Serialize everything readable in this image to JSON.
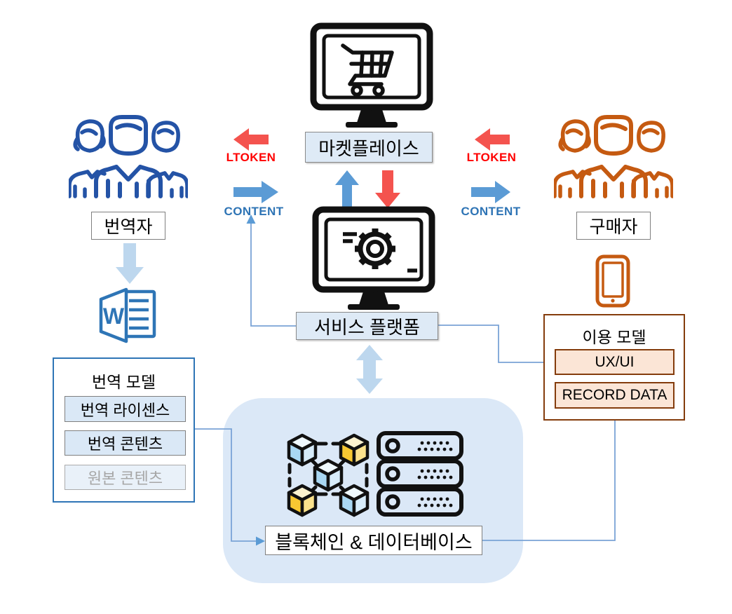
{
  "actors": {
    "translator": {
      "label": "번역자"
    },
    "buyer": {
      "label": "구매자"
    }
  },
  "platforms": {
    "marketplace": {
      "label": "마켓플레이스"
    },
    "service_platform": {
      "label": "서비스 플랫폼"
    },
    "blockchain": {
      "label": "블록체인 & 데이터베이스"
    }
  },
  "flows": {
    "left": {
      "token": "LTOKEN",
      "content": "CONTENT"
    },
    "right": {
      "token": "LTOKEN",
      "content": "CONTENT"
    }
  },
  "translation_model": {
    "title": "번역 모델",
    "rows": [
      {
        "label": "번역 라이센스"
      },
      {
        "label": "번역 콘텐츠"
      },
      {
        "label": "원본 콘텐츠"
      }
    ]
  },
  "usage_model": {
    "title": "이용 모델",
    "rows": [
      {
        "label": "UX/UI"
      },
      {
        "label": "RECORD DATA"
      }
    ]
  },
  "icons": [
    "marketplace-monitor-cart-icon",
    "service-platform-monitor-gear-icon",
    "translator-group-icon",
    "buyer-group-icon",
    "word-document-icon",
    "smartphone-icon",
    "blockchain-cubes-icon",
    "database-servers-icon"
  ],
  "colors": {
    "token_red_text": "#FF0000",
    "arrow_red": "#F4534E",
    "content_blue_text": "#2E74B5",
    "arrow_blue": "#5B9BD5",
    "pale_arrow": "#BDD7EE",
    "connector": "#7AA3D6",
    "people_blue": "#2453A6",
    "people_orange": "#C55A11",
    "translation_border": "#2E75B6",
    "usage_border": "#843C0C",
    "label_fill": "#DEEAF6",
    "row_fill_blue": "#DAE8F6",
    "row_fill_peach": "#FBE5D6",
    "blockchain_bg": "#DBE8F7",
    "cube_blue": "#A9D7F2",
    "cube_yellow": "#F7C832"
  }
}
